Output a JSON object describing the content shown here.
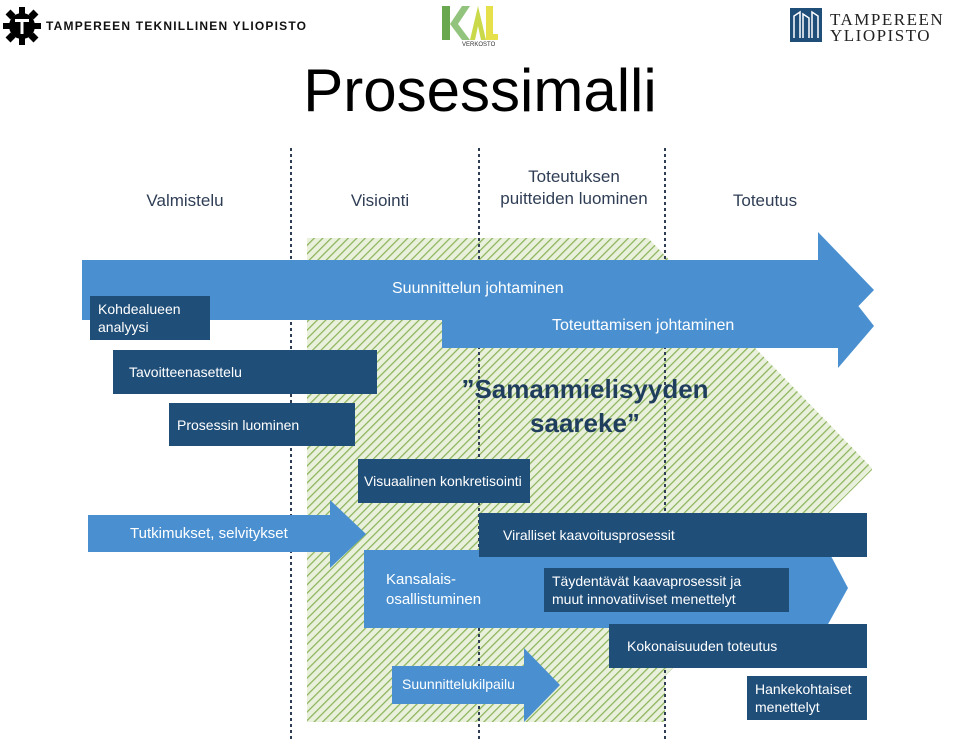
{
  "header": {
    "tut_logo_text": "TAMPEREEN TEKNILLINEN YLIOPISTO",
    "center_logo_text": "VERKOSTO",
    "uta_logo_line1": "TAMPEREEN",
    "uta_logo_line2": "YLIOPISTO"
  },
  "title": "Prosessimalli",
  "phases": [
    "Valmistelu",
    "Visiointi",
    "Toteutuksen\npuitteiden luominen",
    "Toteutus"
  ],
  "island_label_line1": "”Samanmielisyyden",
  "island_label_line2": "saareke”",
  "arrows": {
    "suunnittelu": "Suunnittelun johtaminen",
    "toteuttaminen": "Toteuttamisen johtaminen",
    "tutkimukset": "Tutkimukset, selvitykset",
    "kansalais_line1": "Kansalais-",
    "kansalais_line2": "osallistuminen",
    "kilpailu": "Suunnittelukilpailu"
  },
  "boxes": {
    "kohdealue_line1": "Kohdealueen",
    "kohdealue_line2": "analyysi",
    "tavoite": "Tavoitteenasettelu",
    "prosessi": "Prosessin luominen",
    "visuaalinen": "Visuaalinen konkretisointi",
    "viralliset": "Viralliset kaavoitusprosessit",
    "taydentavat_line1": "Täydentävät kaavaprosessit ja",
    "taydentavat_line2": "muut innovatiiviset menettelyt",
    "kokonaisuus": "Kokonaisuuden toteutus",
    "hanke_line1": "Hankekohtaiset",
    "hanke_line2": "menettelyt"
  },
  "colors": {
    "dark_box": "#1f4e79",
    "arrow_blue": "#4a90d0",
    "island_green": "#8cb45a",
    "divider": "#2f3e55"
  }
}
